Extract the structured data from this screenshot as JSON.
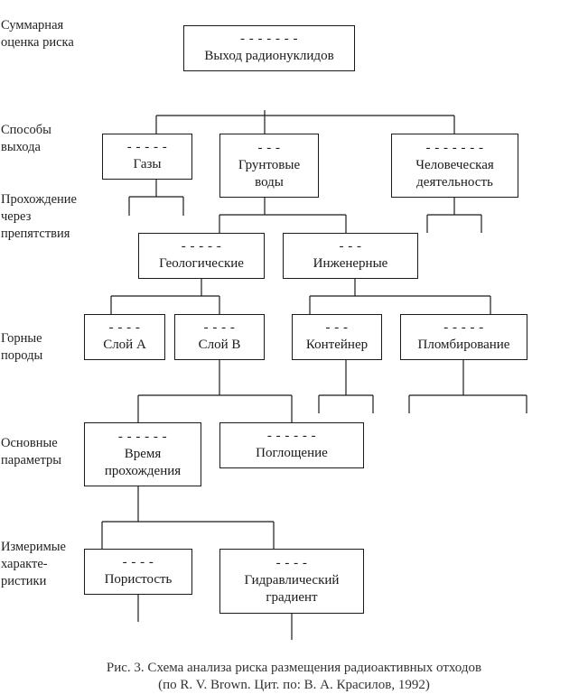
{
  "levels": {
    "summary": "Суммарная\nоценка риска",
    "release": "Способы\nвыхода",
    "passage": "Прохождение\nчерез\nпрепятствия",
    "rocks": "Горные\nпороды",
    "params": "Основные\nпараметры",
    "measurable": "Измеримые\nхаракте-\nристики"
  },
  "boxes": {
    "root": {
      "dashes": "- - - - - - -",
      "label": "Выход радионуклидов"
    },
    "gases": {
      "dashes": "- - - - -",
      "label": "Газы"
    },
    "groundwater": {
      "dashes": "- - -",
      "label": "Грунтовые\nводы"
    },
    "human": {
      "dashes": "- - - - - - -",
      "label": "Человеческая\nдеятельность"
    },
    "geological": {
      "dashes": "- - - - -",
      "label": "Геологические"
    },
    "engineering": {
      "dashes": "- - -",
      "label": "Инженерные"
    },
    "layer_a": {
      "dashes": "- - - -",
      "label": "Слой А"
    },
    "layer_b": {
      "dashes": "- - - -",
      "label": "Слой В"
    },
    "container": {
      "dashes": "- - -",
      "label": "Контейнер"
    },
    "sealing": {
      "dashes": "- - - - -",
      "label": "Пломбирование"
    },
    "travel_time": {
      "dashes": "- - - - - -",
      "label": "Время\nпрохождения"
    },
    "absorption": {
      "dashes": "- - - - - -",
      "label": "Поглощение"
    },
    "porosity": {
      "dashes": "- - - -",
      "label": "Пористость"
    },
    "hydraulic": {
      "dashes": "- - - -",
      "label": "Гидравлический\nградиент"
    }
  },
  "caption": {
    "line1": "Рис. 3.  Схема анализа риска размещения радиоактивных отходов",
    "line2": "(по R. V. Brown. Цит. по: В. А. Красилов, 1992)"
  }
}
